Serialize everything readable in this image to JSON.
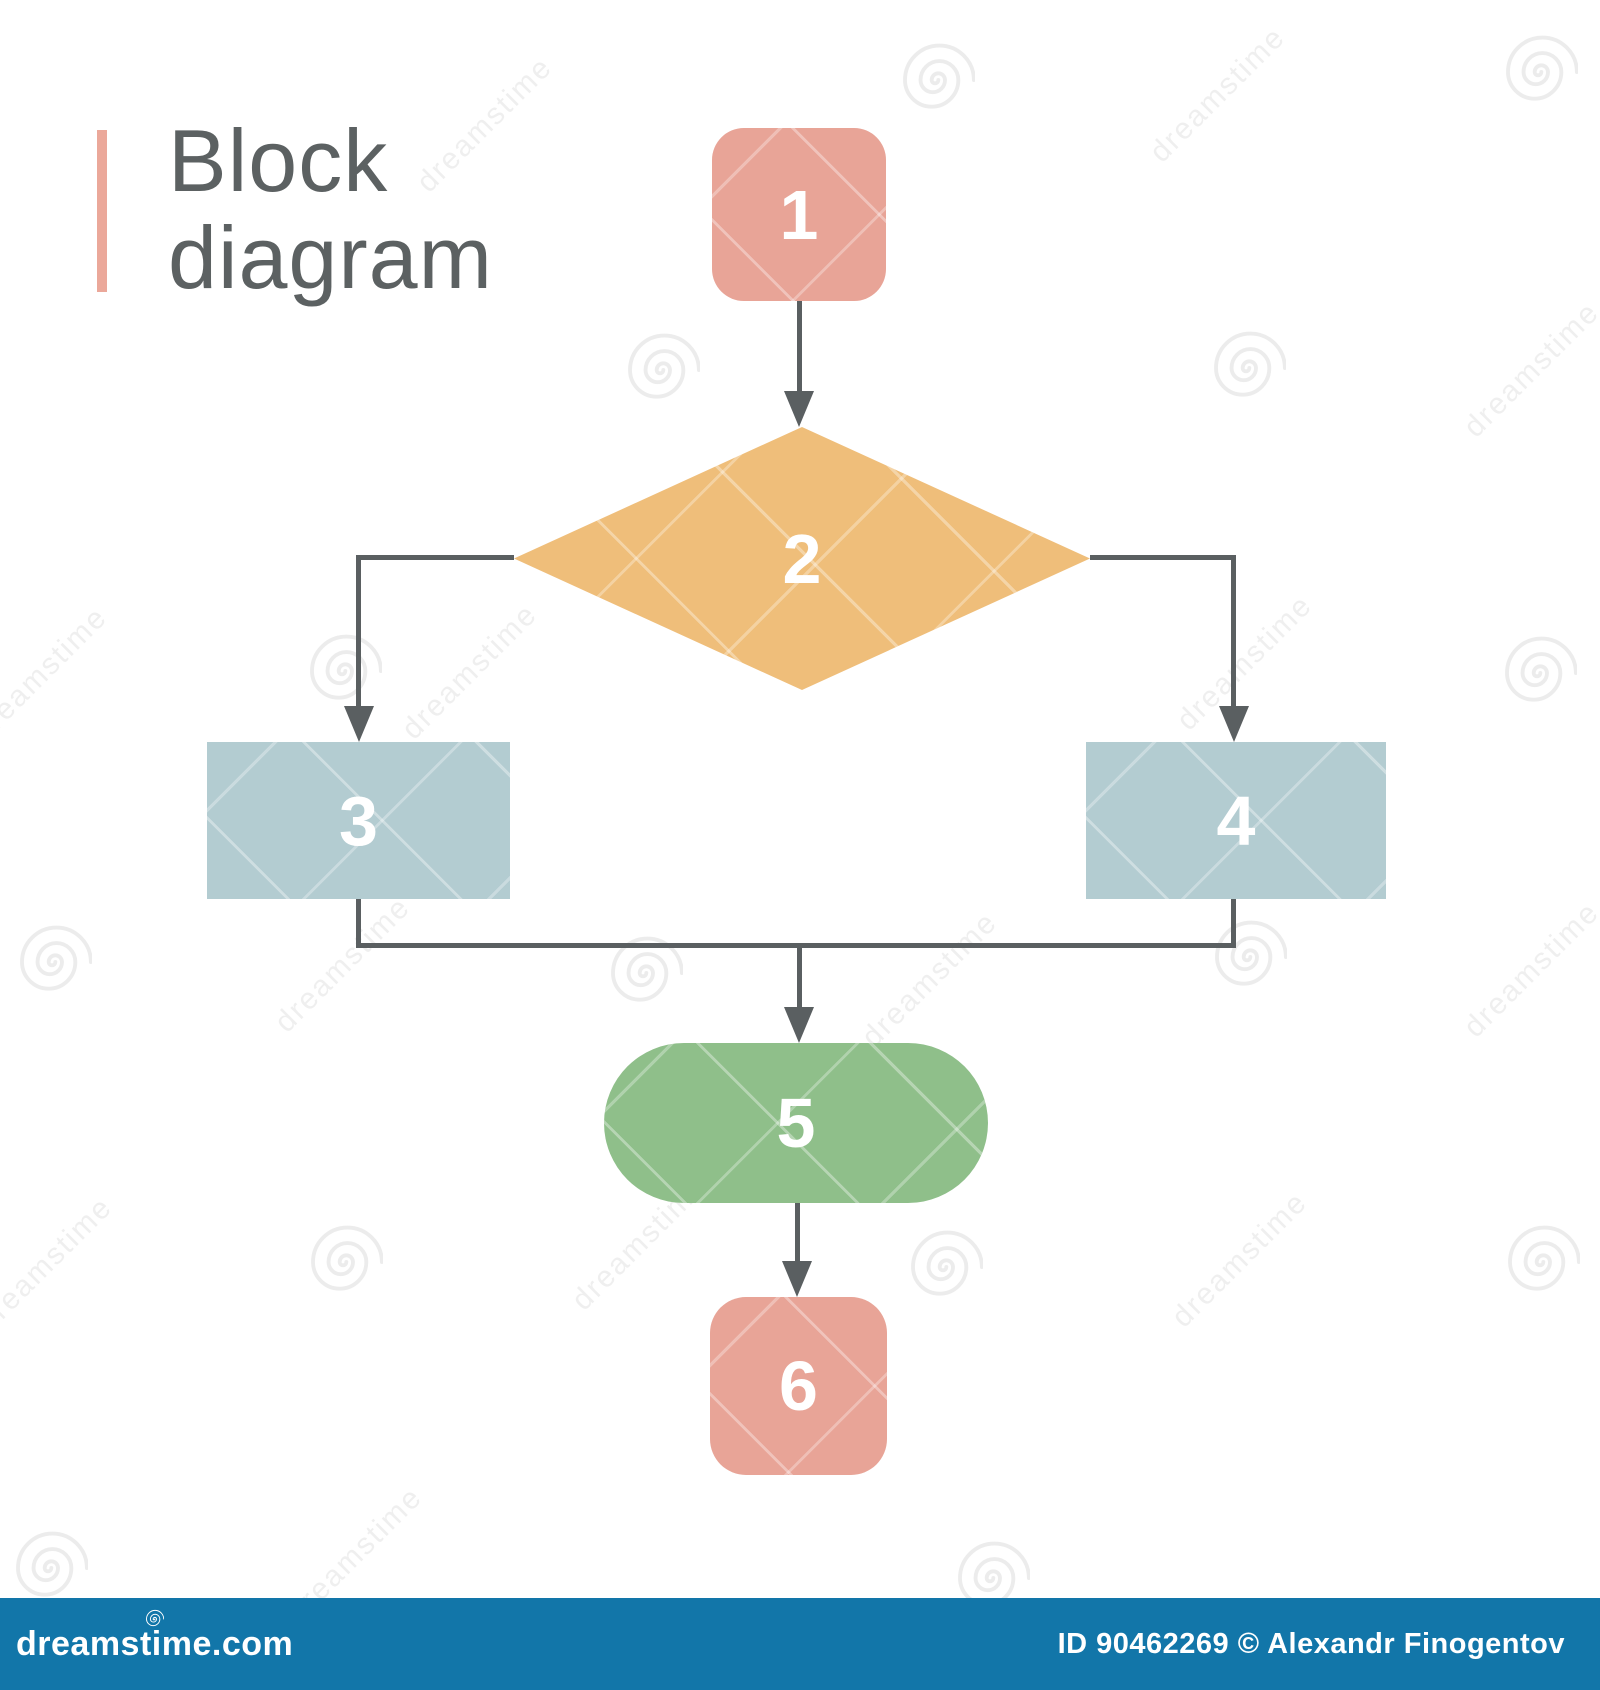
{
  "header": {
    "title_line1": "Block",
    "title_line2": "diagram",
    "accent_color": "#eba89a",
    "title_color": "#5c6162"
  },
  "flowchart": {
    "line_color": "#5a5f61",
    "label_color": "#ffffff",
    "nodes": [
      {
        "id": "1",
        "label": "1",
        "shape": "rounded-square",
        "color": "#e8a497"
      },
      {
        "id": "2",
        "label": "2",
        "shape": "diamond",
        "color": "#efbe7a"
      },
      {
        "id": "3",
        "label": "3",
        "shape": "rectangle",
        "color": "#b3ccd1"
      },
      {
        "id": "4",
        "label": "4",
        "shape": "rectangle",
        "color": "#b3ccd1"
      },
      {
        "id": "5",
        "label": "5",
        "shape": "pill",
        "color": "#8fbf8a"
      },
      {
        "id": "6",
        "label": "6",
        "shape": "rounded-square",
        "color": "#e8a497"
      }
    ],
    "edges": [
      {
        "from": "1",
        "to": "2"
      },
      {
        "from": "2",
        "to": "3"
      },
      {
        "from": "2",
        "to": "4"
      },
      {
        "from": "3",
        "to": "5"
      },
      {
        "from": "4",
        "to": "5"
      },
      {
        "from": "5",
        "to": "6"
      }
    ]
  },
  "watermark": {
    "text": "dreamstime"
  },
  "footer": {
    "bar_color": "#1276a9",
    "site": "dreamstime.com",
    "credit": "ID 90462269 © Alexandr Finogentov",
    "text_color": "#ffffff"
  }
}
